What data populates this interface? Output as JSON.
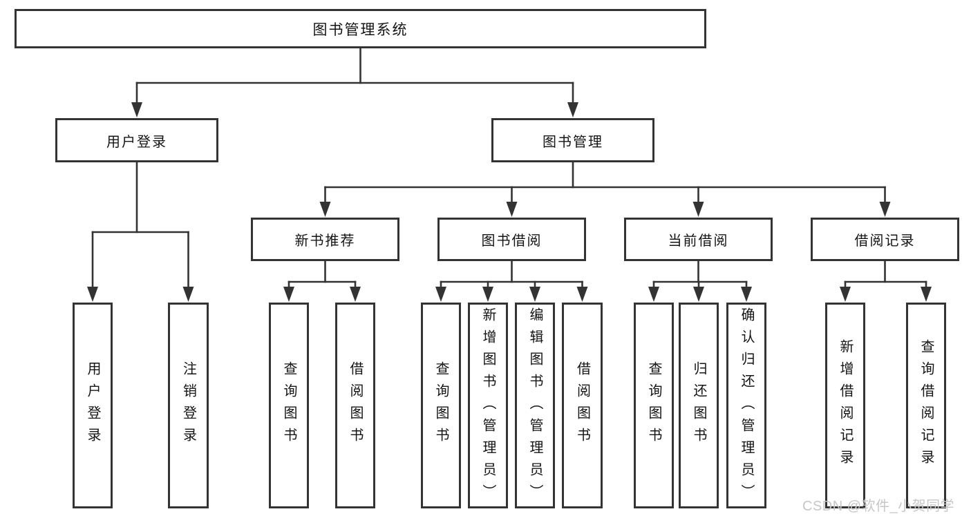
{
  "diagram": {
    "title": "图书管理系统",
    "nodes": [
      {
        "id": "root",
        "label": "图书管理系统",
        "parent": null
      },
      {
        "id": "login",
        "label": "用户登录",
        "parent": "root"
      },
      {
        "id": "mgmt",
        "label": "图书管理",
        "parent": "root"
      },
      {
        "id": "login-user",
        "label": "用户登录",
        "parent": "login"
      },
      {
        "id": "login-logout",
        "label": "注销登录",
        "parent": "login"
      },
      {
        "id": "newbook",
        "label": "新书推荐",
        "parent": "mgmt"
      },
      {
        "id": "borrow",
        "label": "图书借阅",
        "parent": "mgmt"
      },
      {
        "id": "current",
        "label": "当前借阅",
        "parent": "mgmt"
      },
      {
        "id": "records",
        "label": "借阅记录",
        "parent": "mgmt"
      },
      {
        "id": "nb-query",
        "label": "查询图书",
        "parent": "newbook"
      },
      {
        "id": "nb-borrow",
        "label": "借阅图书",
        "parent": "newbook"
      },
      {
        "id": "bw-query",
        "label": "查询图书",
        "parent": "borrow"
      },
      {
        "id": "bw-add",
        "label": "新增图书（管理员）",
        "parent": "borrow"
      },
      {
        "id": "bw-edit",
        "label": "编辑图书（管理员）",
        "parent": "borrow"
      },
      {
        "id": "bw-borrow",
        "label": "借阅图书",
        "parent": "borrow"
      },
      {
        "id": "cu-query",
        "label": "查询图书",
        "parent": "current"
      },
      {
        "id": "cu-return",
        "label": "归还图书",
        "parent": "current"
      },
      {
        "id": "cu-confirm",
        "label": "确认归还（管理员）",
        "parent": "current"
      },
      {
        "id": "rc-add",
        "label": "新增借阅记录",
        "parent": "records"
      },
      {
        "id": "rc-query",
        "label": "查询借阅记录",
        "parent": "records"
      }
    ]
  },
  "watermark": {
    "text": "CSDN @软件_小贺同学"
  },
  "colors": {
    "line": "#333333",
    "border": "#333333",
    "text": "#141414",
    "watermark": "#c7c7c7",
    "background": "#ffffff"
  }
}
